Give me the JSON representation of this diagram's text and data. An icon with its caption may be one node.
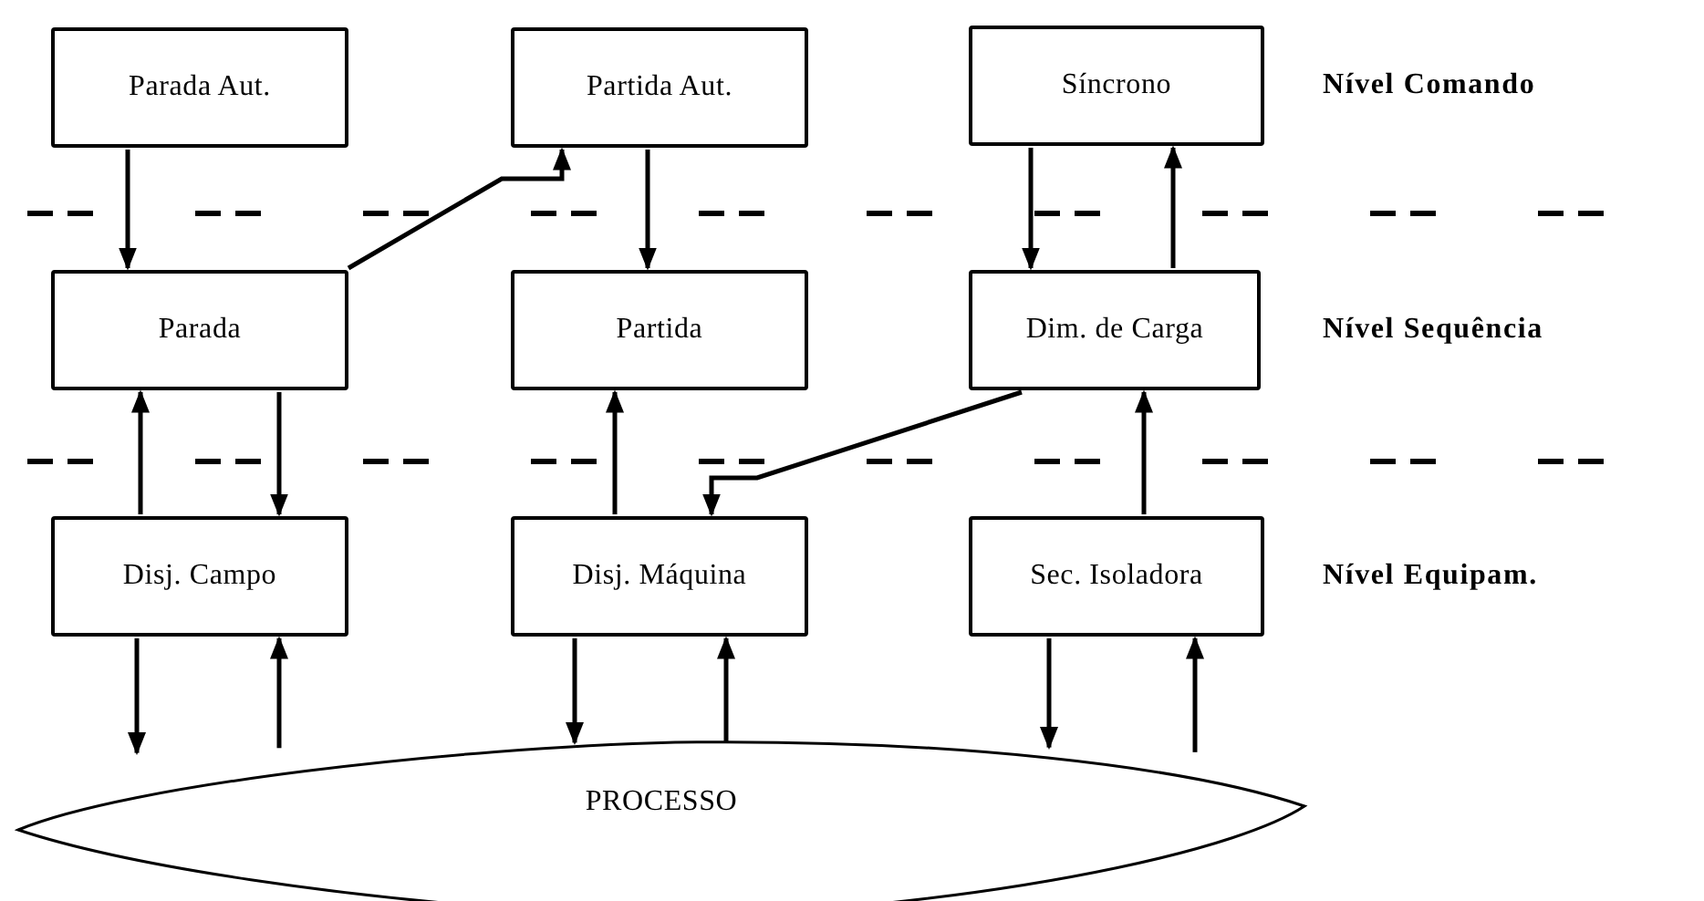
{
  "diagram": {
    "nodes": [
      {
        "text": [
          "Parada Aut."
        ]
      },
      {
        "text": [
          "Partida Aut."
        ]
      },
      {
        "text": [
          "Síncrono"
        ]
      },
      {
        "text": [
          "Parada"
        ]
      },
      {
        "text": [
          "Partida"
        ]
      },
      {
        "text": [
          "Dim. de Carga"
        ]
      },
      {
        "text": [
          "Disj. Campo"
        ]
      },
      {
        "text": [
          "Disj. Máquina"
        ]
      },
      {
        "text": [
          "Sec. Isoladora"
        ]
      },
      {
        "text": [
          "PROCESSO"
        ]
      }
    ],
    "edges": [
      {
        "from": 0,
        "to": 3,
        "arrow": "to"
      },
      {
        "from": 3,
        "to": 1,
        "arrow": "to"
      },
      {
        "from": 1,
        "to": 4,
        "arrow": "to"
      },
      {
        "from": 2,
        "to": 5,
        "arrow": "to"
      },
      {
        "from": 5,
        "to": 2,
        "arrow": "to"
      },
      {
        "from": 6,
        "to": 3,
        "arrow": "to"
      },
      {
        "from": 3,
        "to": 6,
        "arrow": "to"
      },
      {
        "from": 7,
        "to": 4,
        "arrow": "to"
      },
      {
        "from": 5,
        "to": 7,
        "arrow": "to"
      },
      {
        "from": 8,
        "to": 5,
        "arrow": "to"
      },
      {
        "from": 6,
        "to": 9,
        "arrow": "to"
      },
      {
        "from": 9,
        "to": 6,
        "arrow": "to"
      },
      {
        "from": 7,
        "to": 9,
        "arrow": "to"
      },
      {
        "from": 9,
        "to": 7,
        "arrow": "to"
      },
      {
        "from": 8,
        "to": 9,
        "arrow": "to"
      },
      {
        "from": 9,
        "to": 8,
        "arrow": "to"
      }
    ],
    "labels": [
      "Nível Comando",
      "Nível Sequência",
      "Nível Equipam."
    ]
  }
}
